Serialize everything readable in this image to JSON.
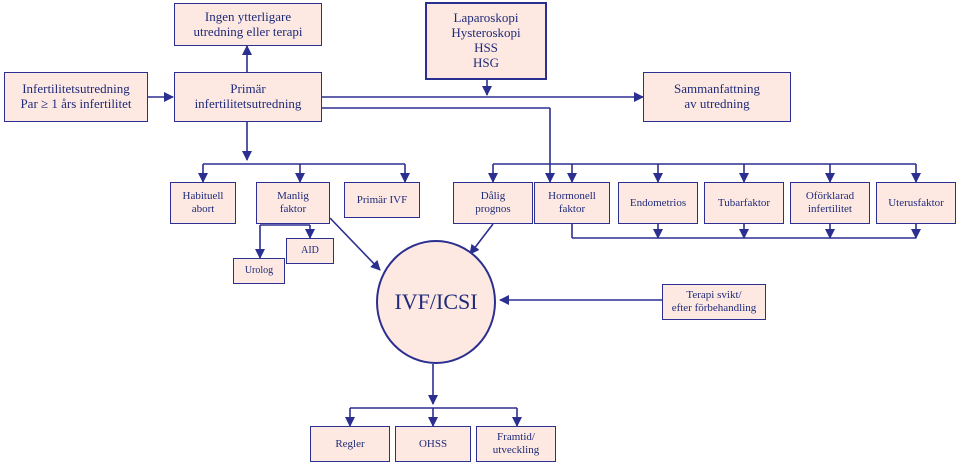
{
  "diagram": {
    "nodes": {
      "start": "Infertilitetsutredning\nPar ≥ 1 års infertilitet",
      "no_further": "Ingen ytterligare\nutredning eller terapi",
      "primary": "Primär\ninfertilitetsutredning",
      "procedures": "Laparoskopi\nHysteroskopi\nHSS\nHSG",
      "summary": "Sammanfattning\nav utredning",
      "habituell": "Habituell\nabort",
      "manlig": "Manlig\nfaktor",
      "primar_ivf": "Primär IVF",
      "dalig": "Dålig\nprognos",
      "hormonell": "Hormonell\nfaktor",
      "endometrios": "Endometrios",
      "tubar": "Tubarfaktor",
      "oforklarad": "Oförklarad\ninfertilitet",
      "uterus": "Uterusfaktor",
      "aid": "AID",
      "urolog": "Urolog",
      "ivf_icsi": "IVF/ICSI",
      "terapi": "Terapi svikt/\nefter förbehandling",
      "regler": "Regler",
      "ohss": "OHSS",
      "framtid": "Framtid/\nutveckling"
    },
    "colors": {
      "line": "#2b2f8f",
      "box_fill": "#fde9e1",
      "text": "#1f2a7a"
    }
  }
}
